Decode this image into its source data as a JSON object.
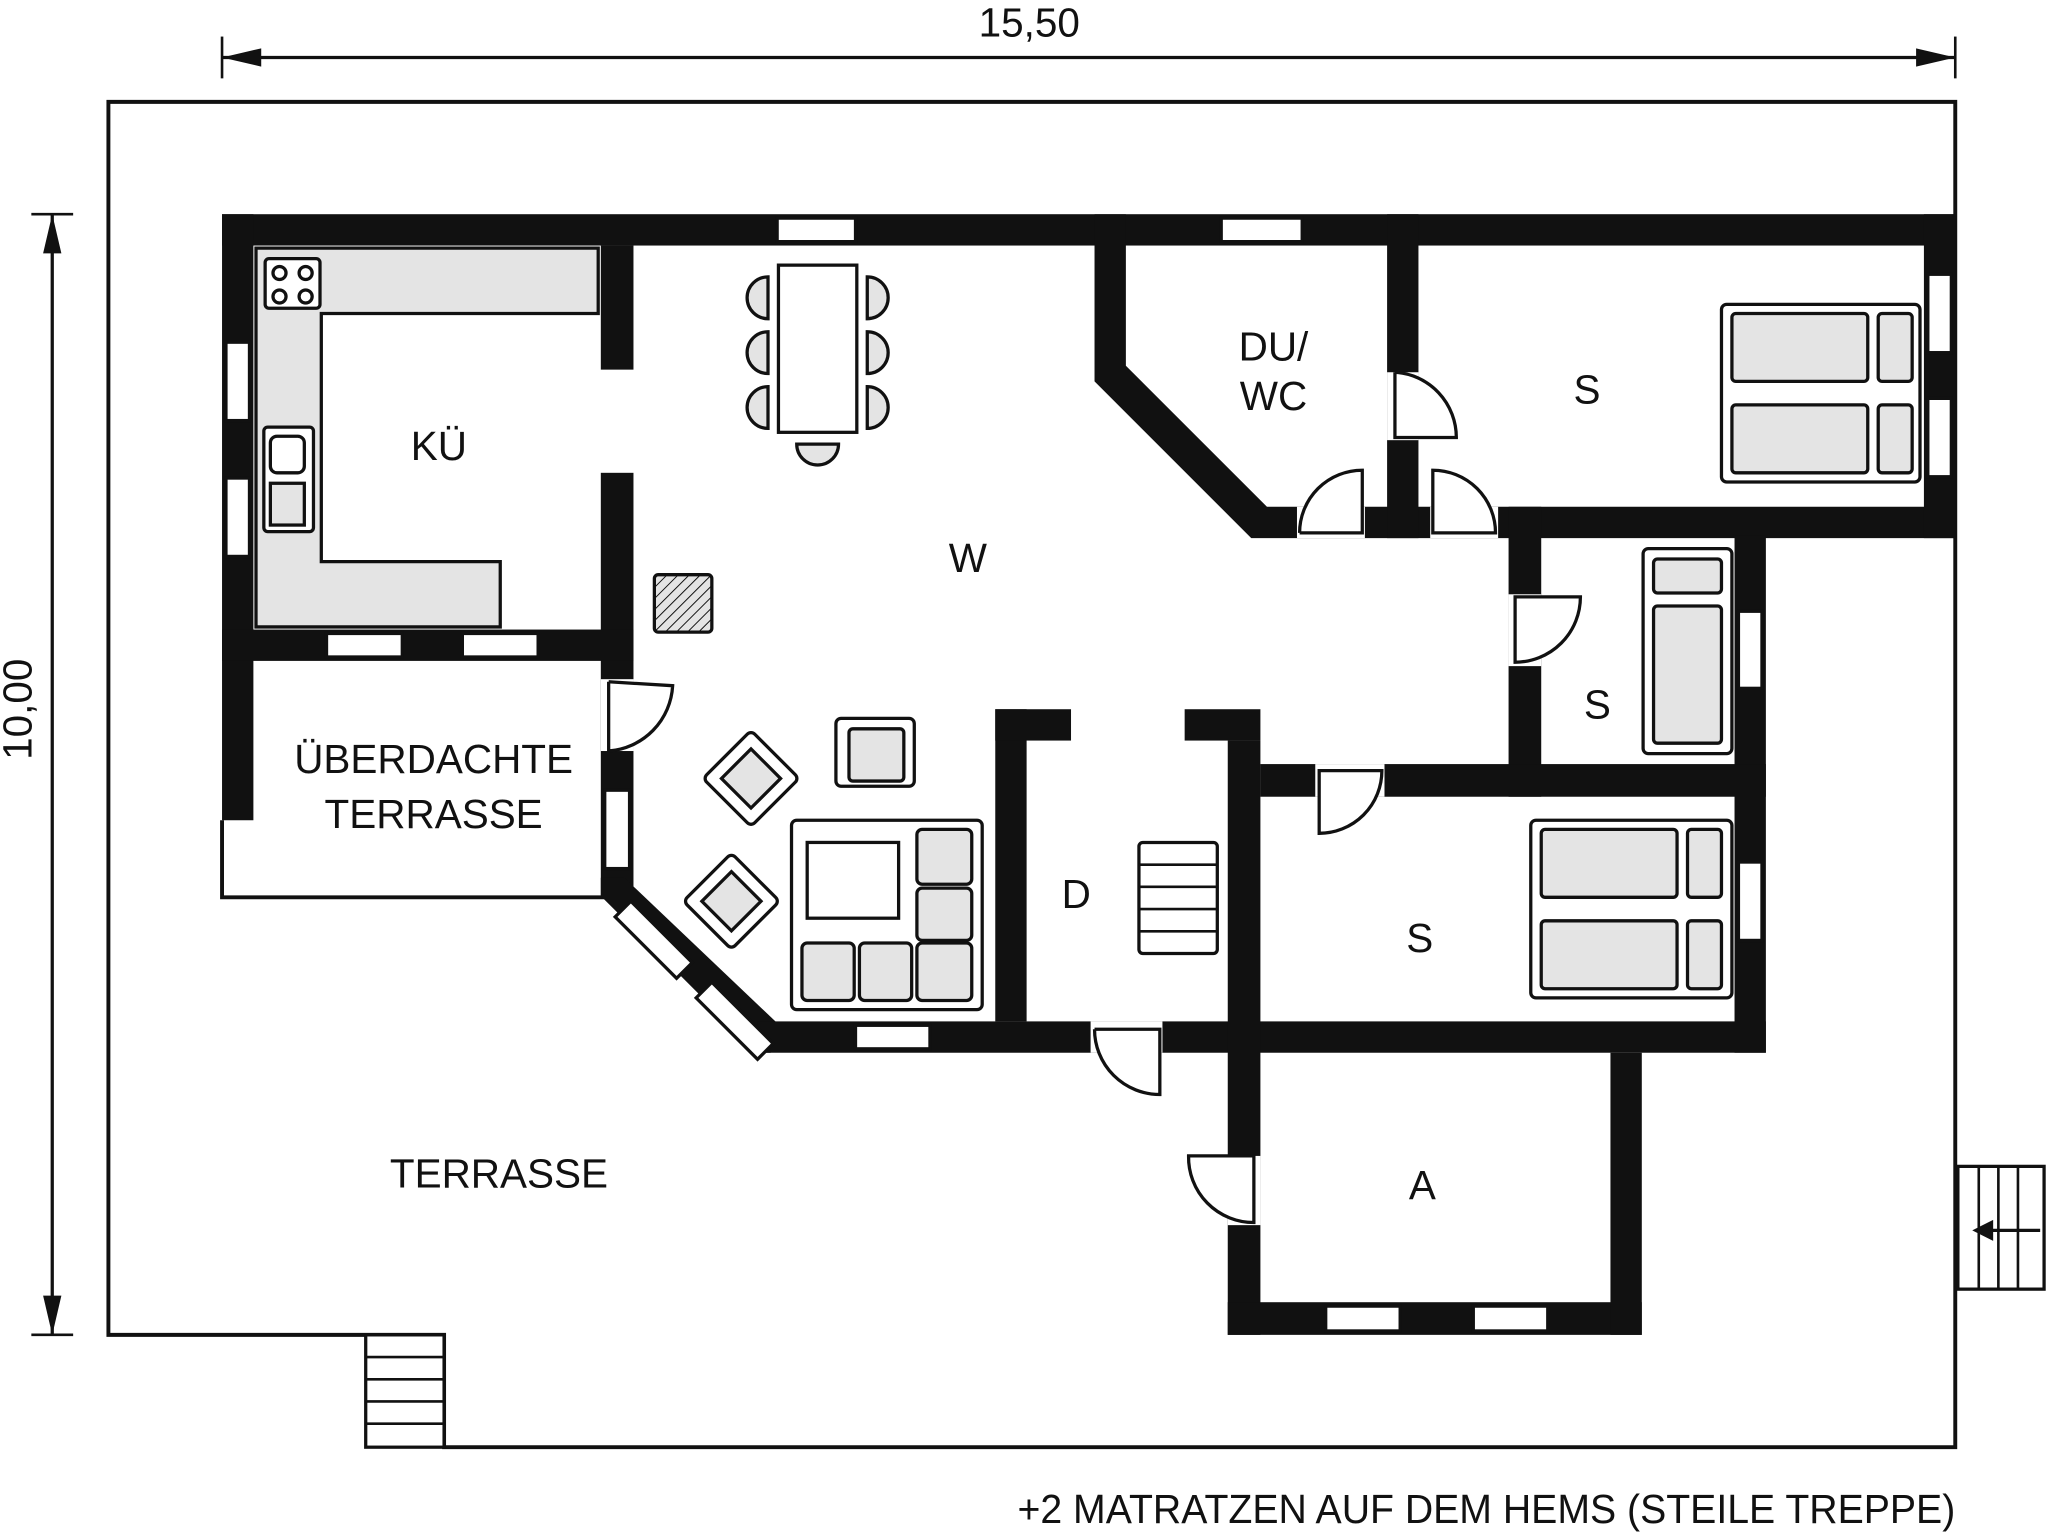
{
  "plan": {
    "dimensions": {
      "width": "15,50",
      "height": "10,00"
    },
    "rooms": {
      "kitchen": "KÜ",
      "living": "W",
      "bathroom_line1": "DU/",
      "bathroom_line2": "WC",
      "bedroom1": "S",
      "bedroom2": "S",
      "bedroom3": "S",
      "covered_terrace_line1": "ÜBERDACHTE",
      "covered_terrace_line2": "TERRASSE",
      "hall": "D",
      "utility": "A",
      "terrace": "TERRASSE"
    },
    "footnote": "+2 MATRATZEN AUF DEM HEMS (STEILE TREPPE)",
    "colors": {
      "wall": "#111111",
      "furniture": "#e4e4e4"
    }
  }
}
